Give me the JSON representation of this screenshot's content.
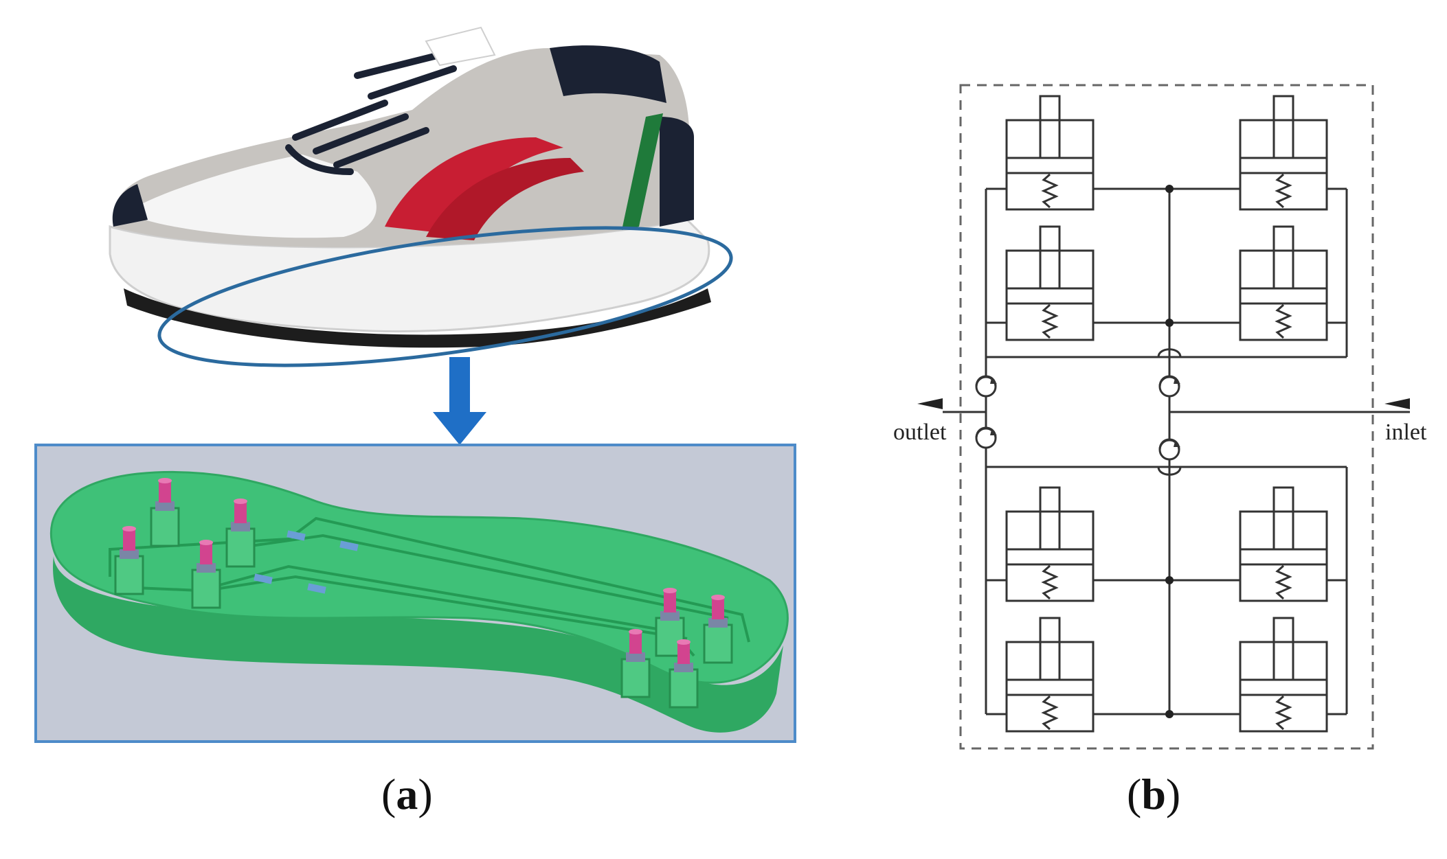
{
  "figure": {
    "panel_a": {
      "label_open": "(",
      "label_letter": "a",
      "label_close": ")"
    },
    "panel_b": {
      "label_open": "(",
      "label_letter": "b",
      "label_close": ")",
      "outlet_label": "outlet",
      "inlet_label": "inlet"
    }
  },
  "colors": {
    "insole_green": "#3fc178",
    "insole_bg": "#c4c9d6",
    "frame_blue": "#4d8bc9",
    "arrow_blue": "#1f6fc6",
    "ellipse_blue": "#2b6a9e",
    "pin_magenta": "#d2448f",
    "shoe_red": "#c81e33",
    "shoe_navy": "#1b2233",
    "shoe_grey": "#bdbab6"
  },
  "icons": [
    "shoe-illustration",
    "insole-3d-render",
    "hydraulic-schematic",
    "check-valve-icon",
    "spring-cylinder-icon"
  ]
}
